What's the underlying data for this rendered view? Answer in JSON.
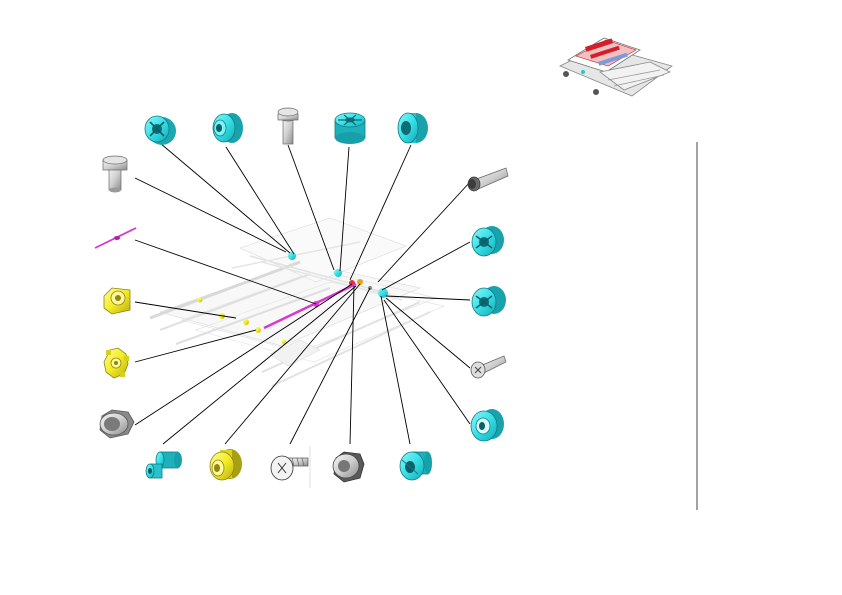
{
  "diagram": {
    "type": "exploded-parts-diagram",
    "overview_thumbnail": "printer-unit-overview",
    "colors": {
      "cyan_part": "#35e0e6",
      "cyan_dark": "#1b8d96",
      "yellow_part": "#f5f02a",
      "yellow_dark": "#a39b1a",
      "gray_part": "#d4d4d4",
      "gray_dark": "#6e6e6e",
      "magenta_part": "#d838d0",
      "leader_line": "#000000",
      "divider": "#444444"
    },
    "parts": [
      {
        "id": "p1",
        "shape": "gear-wheel",
        "color": "cyan"
      },
      {
        "id": "p2",
        "shape": "stepped-bushing",
        "color": "cyan"
      },
      {
        "id": "p3",
        "shape": "shaft-pin",
        "color": "gray"
      },
      {
        "id": "p4",
        "shape": "spoked-pulley",
        "color": "cyan"
      },
      {
        "id": "p5",
        "shape": "roller-cap",
        "color": "cyan"
      },
      {
        "id": "p6",
        "shape": "shaft-pin",
        "color": "gray"
      },
      {
        "id": "p7",
        "shape": "thin-rod",
        "color": "magenta"
      },
      {
        "id": "p8",
        "shape": "bushing-block",
        "color": "yellow"
      },
      {
        "id": "p9",
        "shape": "gear",
        "color": "yellow"
      },
      {
        "id": "p10",
        "shape": "hex-collar",
        "color": "gray"
      },
      {
        "id": "p11",
        "shape": "stepped-bushing",
        "color": "cyan"
      },
      {
        "id": "p12",
        "shape": "flanged-bushing",
        "color": "yellow"
      },
      {
        "id": "p13",
        "shape": "screw",
        "color": "gray"
      },
      {
        "id": "p14",
        "shape": "hex-collar",
        "color": "gray"
      },
      {
        "id": "p15",
        "shape": "stepped-bushing",
        "color": "cyan"
      },
      {
        "id": "p16",
        "shape": "long-shaft-pin",
        "color": "gray"
      },
      {
        "id": "p17",
        "shape": "gear-wheel",
        "color": "cyan"
      },
      {
        "id": "p18",
        "shape": "gear-wheel",
        "color": "cyan"
      },
      {
        "id": "p19",
        "shape": "screw",
        "color": "gray"
      },
      {
        "id": "p20",
        "shape": "bearing-cap",
        "color": "cyan"
      }
    ]
  }
}
